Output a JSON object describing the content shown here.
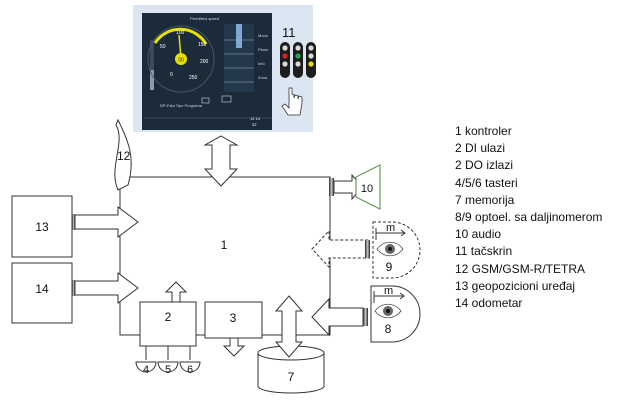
{
  "title": "",
  "labels": {
    "main_unit": "1",
    "di": "2",
    "do": "3",
    "btn4": "4",
    "btn5": "5",
    "btn6": "6",
    "memory": "7",
    "opto8": "8",
    "opto9": "9",
    "audio": "10",
    "touchscreen": "11",
    "antenna": "12",
    "geo": "13",
    "odometer": "14",
    "m8": "m",
    "m9": "m"
  },
  "screen": {
    "header": "Permitted speed",
    "speed_value": "00",
    "scale": [
      "50",
      "100",
      "150",
      "200",
      "250",
      "0"
    ],
    "side": [
      "Modo",
      "Plano",
      "Info",
      "Zona"
    ],
    "footer": "DP-Fala Tipo Programa",
    "time": "12 14",
    "time_sub": "32"
  },
  "legend": [
    "1 kontroler",
    "2 DI ulazi",
    "2 DO izlazi",
    "4/5/6 tasteri",
    "7 memorija",
    "8/9 optoel. sa daljinomerom",
    "10 audio",
    "11 tačskrin",
    "12 GSM/GSM-R/TETRA",
    "13 geopozicioni uređaj",
    "14 odometar"
  ],
  "colors": {
    "line": "#333333",
    "screen_bg": "#1c2b3a",
    "panel_bg": "#dce6f2",
    "accent": "#e8e000",
    "audio": "#6a9a5a"
  }
}
